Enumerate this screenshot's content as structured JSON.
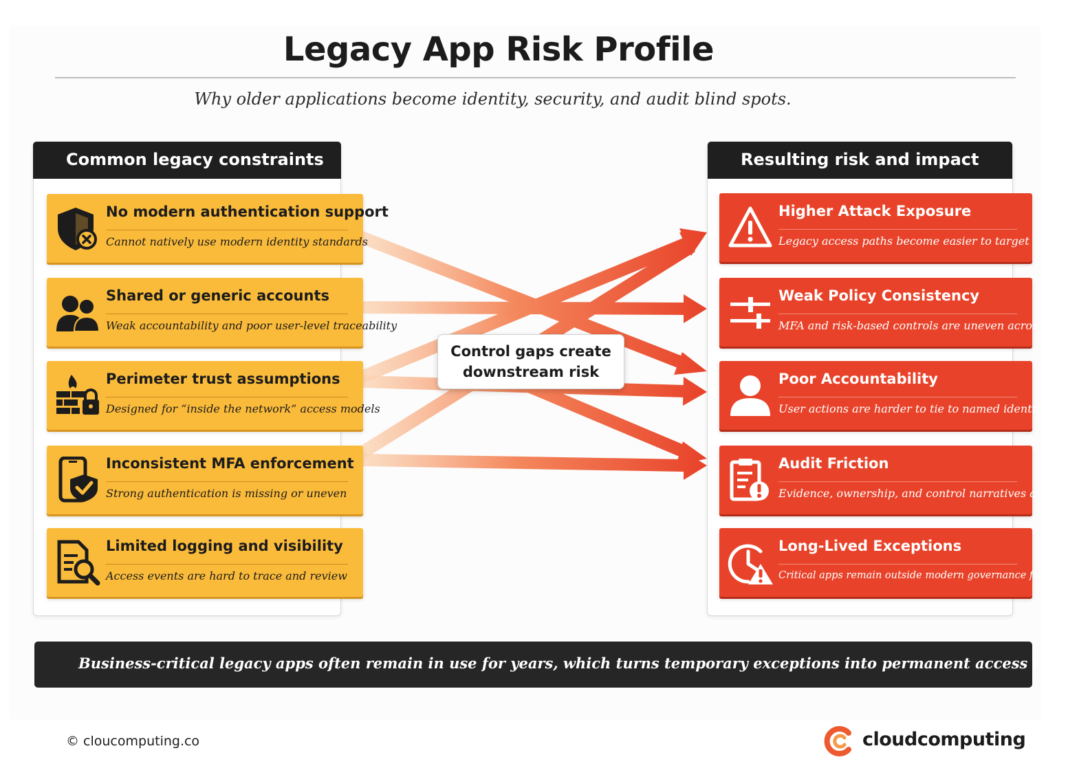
{
  "title": "Legacy App Risk Profile",
  "subtitle": "Why older applications become identity, security, and audit blind spots.",
  "left_panel": {
    "heading": "Common legacy constraints",
    "items": [
      {
        "title": "No modern authentication support",
        "desc": "Cannot natively use modern identity standards",
        "icon": "shield-x-icon"
      },
      {
        "title": "Shared or generic accounts",
        "desc": "Weak accountability and poor user-level traceability",
        "icon": "users-icon"
      },
      {
        "title": "Perimeter trust assumptions",
        "desc": "Designed for “inside the network” access models",
        "icon": "firewall-lock-icon"
      },
      {
        "title": "Inconsistent MFA enforcement",
        "desc": "Strong authentication is missing or uneven",
        "icon": "phone-shield-icon"
      },
      {
        "title": "Limited logging and visibility",
        "desc": "Access events are hard to trace and review",
        "icon": "document-search-icon"
      }
    ]
  },
  "right_panel": {
    "heading": "Resulting risk and impact",
    "items": [
      {
        "title": "Higher Attack Exposure",
        "desc": "Legacy access paths become easier to target",
        "icon": "warning-triangle-icon"
      },
      {
        "title": "Weak Policy Consistency",
        "desc": "MFA and risk-based controls are uneven across apps",
        "icon": "sliders-icon"
      },
      {
        "title": "Poor Accountability",
        "desc": "User actions are harder to tie to named identities",
        "icon": "user-icon"
      },
      {
        "title": "Audit Friction",
        "desc": "Evidence, ownership, and control narratives are weaker",
        "icon": "clipboard-alert-icon"
      },
      {
        "title": "Long-Lived Exceptions",
        "desc": "Critical apps remain outside modern governance for too long",
        "icon": "clock-warning-icon"
      }
    ]
  },
  "center": {
    "line1": "Control gaps create",
    "line2": "downstream risk"
  },
  "banner": "Business-critical legacy apps often remain in use for years, which turns temporary exceptions into permanent access risk.",
  "footer": {
    "copyright": "© cloucomputing.co",
    "brand": "cloudcomputing"
  },
  "colors": {
    "constraint": "#fbbb3a",
    "risk": "#e8432a",
    "dark": "#1f1f1f"
  }
}
